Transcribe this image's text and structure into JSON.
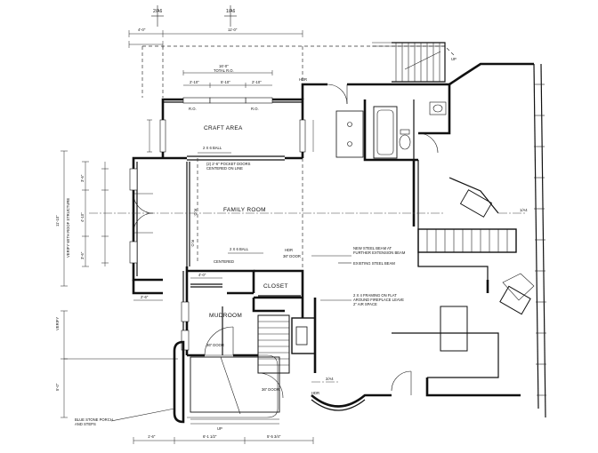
{
  "sheet_refs": {
    "top_left": "2/A6",
    "top_right": "1/A6",
    "right_mid": "1/A4",
    "bottom_mid": "2/A4"
  },
  "dimensions": {
    "top_segment_left": "4'-0\"",
    "top_segment_right": "11'-0\"",
    "craft_total": "16'-0\"",
    "craft_total_sub": "TOTAL R.O.",
    "craft_seg1": "2'-10\"",
    "craft_seg2": "5'-10\"",
    "craft_seg3": "2'-10\"",
    "craft_window_left": "R.O.",
    "craft_window_right": "R.O.",
    "family_ro_left": "R.O.",
    "family_ro_mid": "R.O.",
    "left_vert_main": "11'-10\"",
    "left_vert_note": "VERIFY WITH ROOF STRUCTURE",
    "left_seg_a": "3'-6\"",
    "left_seg_b": "4'-10\"",
    "left_seg_c": "3'-6\"",
    "verify_left": "VERIFY",
    "mud_seg_left": "4'-0\"",
    "mud_seg_right": "2'-6\"",
    "mud_vert": "5'-0\"",
    "bottom_seg1": "1'-6\"",
    "bottom_seg2": "6'-1 1/2\"",
    "bottom_seg3": "5'-5 3/4\"",
    "up_label": "UP",
    "up_label_2": "UP"
  },
  "rooms": {
    "craft": "CRAFT AREA",
    "family": "FAMILY ROOM",
    "mud": "MUDROOM",
    "closet": "CLOSET"
  },
  "notes": {
    "beam_craft": "2 X 6 BALL",
    "pocket_doors": "(2) 2'-6\" POCKET DOORS",
    "pocket_doors_2": "CENTERED ON LINE",
    "beam_family": "2 X 6 BALL",
    "beam_family_2": "CENTERED",
    "new_steel_beam": "NEW STEEL BEAM AT",
    "new_steel_beam_2": "FURTHER EXTENSION BEAM",
    "existing_steel_beam": "EXISTING STEEL BEAM",
    "framing_note": "2 X 4 FRAMING ON FLAT",
    "framing_note_2": "AROUND FIREPLACE LEAVE",
    "framing_note_3": "2\" AIR SPACE",
    "porch_note": "BLUE STONE PORCH",
    "porch_note_2": "AND STEPS",
    "door_label_1": "36\" DOOR",
    "door_label_2": "36\" DOOR",
    "door_label_3": "36\" DOOR",
    "header_label": "HDR",
    "header_label_2": "HDR",
    "header_label_3": "HDR"
  }
}
